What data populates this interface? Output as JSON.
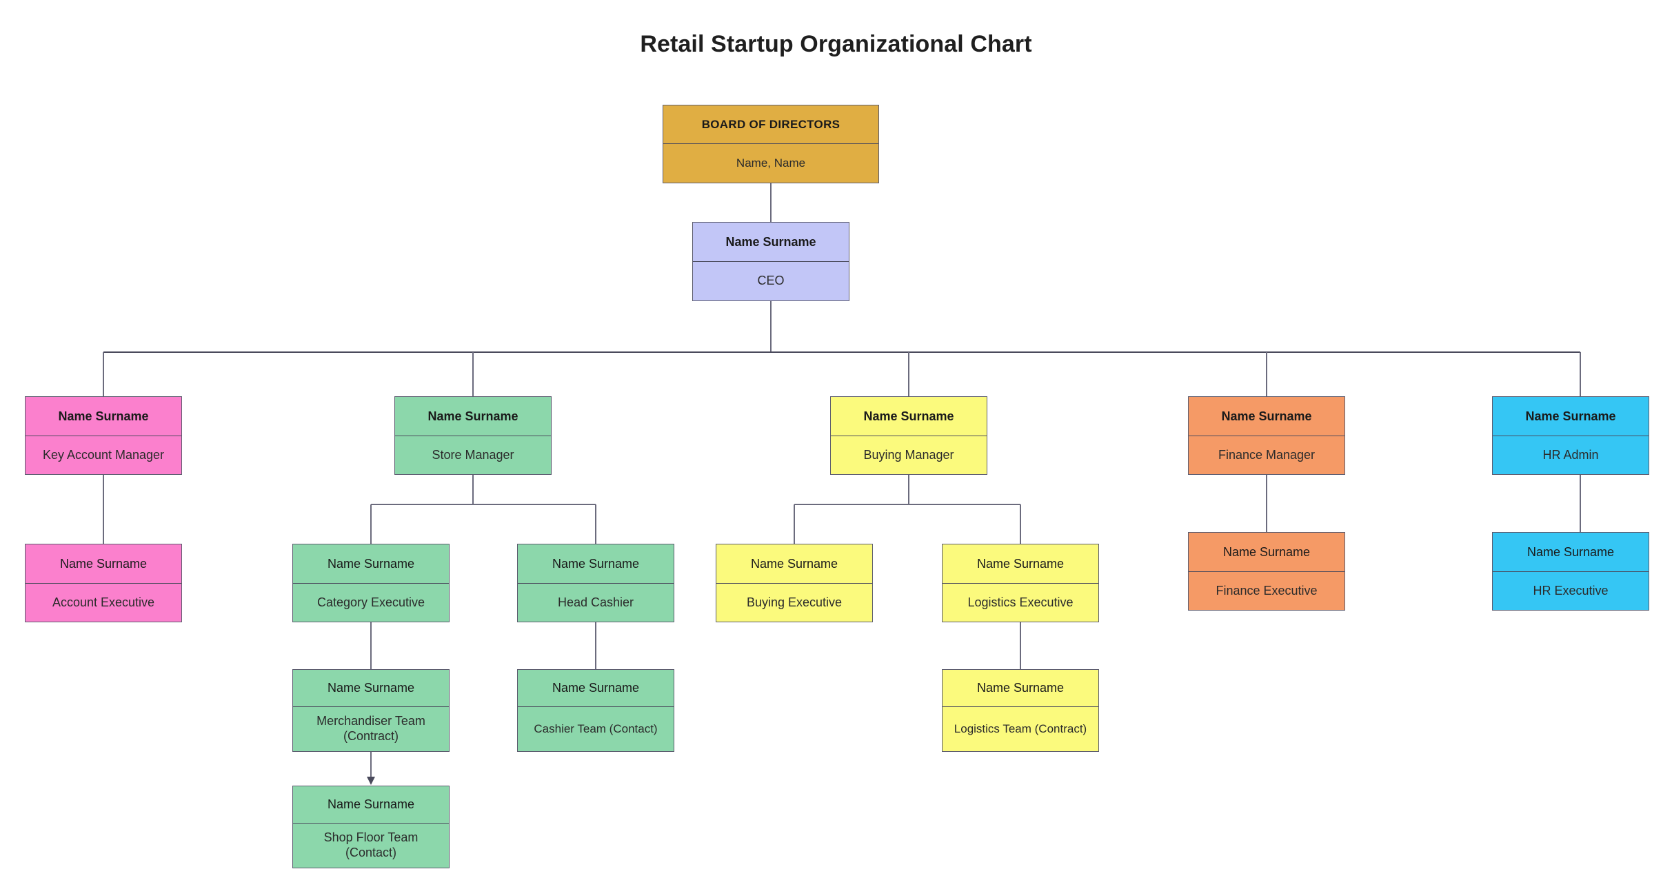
{
  "page": {
    "title": "Retail Startup Organizational Chart",
    "background": "#ffffff"
  },
  "palette": {
    "board_gold": "#e0ae43",
    "ceo_periwinkle": "#c2c6f7",
    "sales_pink": "#fb80cd",
    "store_green": "#8cd7ab",
    "buying_yellow": "#fbfa7d",
    "finance_salmon": "#f59a66",
    "hr_cyan": "#35c6f4",
    "connector_gray": "#6b6b7d",
    "border_gray": "#5b5b6e"
  },
  "chart_data": {
    "type": "diagram",
    "diagram_kind": "organizational-chart",
    "title": "Retail Startup Organizational Chart",
    "node_count": 18,
    "levels": 5,
    "nodes": [
      {
        "id": "board",
        "name": "BOARD OF DIRECTORS",
        "role": "Name, Name",
        "color": "#e0ae43",
        "level": 0,
        "parent": null
      },
      {
        "id": "ceo",
        "name": "Name Surname",
        "role": "CEO",
        "color": "#c2c6f7",
        "level": 1,
        "parent": "board"
      },
      {
        "id": "key-account-mgr",
        "name": "Name Surname",
        "role": "Key Account Manager",
        "color": "#fb80cd",
        "level": 2,
        "parent": "ceo"
      },
      {
        "id": "store-mgr",
        "name": "Name Surname",
        "role": "Store Manager",
        "color": "#8cd7ab",
        "level": 2,
        "parent": "ceo"
      },
      {
        "id": "buying-mgr",
        "name": "Name Surname",
        "role": "Buying Manager",
        "color": "#fbfa7d",
        "level": 2,
        "parent": "ceo"
      },
      {
        "id": "finance-mgr",
        "name": "Name Surname",
        "role": "Finance Manager",
        "color": "#f59a66",
        "level": 2,
        "parent": "ceo"
      },
      {
        "id": "hr-admin",
        "name": "Name Surname",
        "role": "HR Admin",
        "color": "#35c6f4",
        "level": 2,
        "parent": "ceo"
      },
      {
        "id": "account-exec",
        "name": "Name Surname",
        "role": "Account Executive",
        "color": "#fb80cd",
        "level": 3,
        "parent": "key-account-mgr"
      },
      {
        "id": "category-exec",
        "name": "Name Surname",
        "role": "Category Executive",
        "color": "#8cd7ab",
        "level": 3,
        "parent": "store-mgr"
      },
      {
        "id": "head-cashier",
        "name": "Name Surname",
        "role": "Head Cashier",
        "color": "#8cd7ab",
        "level": 3,
        "parent": "store-mgr"
      },
      {
        "id": "buying-exec",
        "name": "Name Surname",
        "role": "Buying Executive",
        "color": "#fbfa7d",
        "level": 3,
        "parent": "buying-mgr"
      },
      {
        "id": "logistics-exec",
        "name": "Name Surname",
        "role": "Logistics Executive",
        "color": "#fbfa7d",
        "level": 3,
        "parent": "buying-mgr"
      },
      {
        "id": "finance-exec",
        "name": "Name Surname",
        "role": "Finance Executive",
        "color": "#f59a66",
        "level": 3,
        "parent": "finance-mgr"
      },
      {
        "id": "hr-exec",
        "name": "Name Surname",
        "role": "HR Executive",
        "color": "#35c6f4",
        "level": 3,
        "parent": "hr-admin"
      },
      {
        "id": "merchandiser-team",
        "name": "Name Surname",
        "role": "Merchandiser Team (Contract)",
        "color": "#8cd7ab",
        "level": 4,
        "parent": "category-exec"
      },
      {
        "id": "cashier-team",
        "name": "Name Surname",
        "role": "Cashier Team (Contact)",
        "color": "#8cd7ab",
        "level": 4,
        "parent": "head-cashier"
      },
      {
        "id": "logistics-team",
        "name": "Name Surname",
        "role": "Logistics Team (Contract)",
        "color": "#fbfa7d",
        "level": 4,
        "parent": "logistics-exec"
      },
      {
        "id": "shop-floor-team",
        "name": "Name Surname",
        "role": "Shop Floor Team (Contact)",
        "color": "#8cd7ab",
        "level": 5,
        "parent": "merchandiser-team"
      }
    ]
  },
  "nodes": {
    "board": {
      "name": "BOARD OF DIRECTORS",
      "role": "Name, Name"
    },
    "ceo": {
      "name": "Name Surname",
      "role": "CEO"
    },
    "key_account_mgr": {
      "name": "Name Surname",
      "role": "Key Account Manager"
    },
    "store_mgr": {
      "name": "Name Surname",
      "role": "Store Manager"
    },
    "buying_mgr": {
      "name": "Name Surname",
      "role": "Buying Manager"
    },
    "finance_mgr": {
      "name": "Name Surname",
      "role": "Finance Manager"
    },
    "hr_admin": {
      "name": "Name Surname",
      "role": "HR Admin"
    },
    "account_exec": {
      "name": "Name Surname",
      "role": "Account Executive"
    },
    "category_exec": {
      "name": "Name Surname",
      "role": "Category Executive"
    },
    "head_cashier": {
      "name": "Name Surname",
      "role": "Head Cashier"
    },
    "buying_exec": {
      "name": "Name Surname",
      "role": "Buying Executive"
    },
    "logistics_exec": {
      "name": "Name Surname",
      "role": "Logistics Executive"
    },
    "finance_exec": {
      "name": "Name Surname",
      "role": "Finance Executive"
    },
    "hr_exec": {
      "name": "Name Surname",
      "role": "HR Executive"
    },
    "merchandiser_team": {
      "name": "Name Surname",
      "role_line1": "Merchandiser Team",
      "role_line2": "(Contract)"
    },
    "cashier_team": {
      "name": "Name Surname",
      "role": "Cashier Team (Contact)"
    },
    "logistics_team": {
      "name": "Name Surname",
      "role": "Logistics Team (Contract)"
    },
    "shop_floor_team": {
      "name": "Name Surname",
      "role_line1": "Shop Floor Team",
      "role_line2": "(Contact)"
    }
  }
}
